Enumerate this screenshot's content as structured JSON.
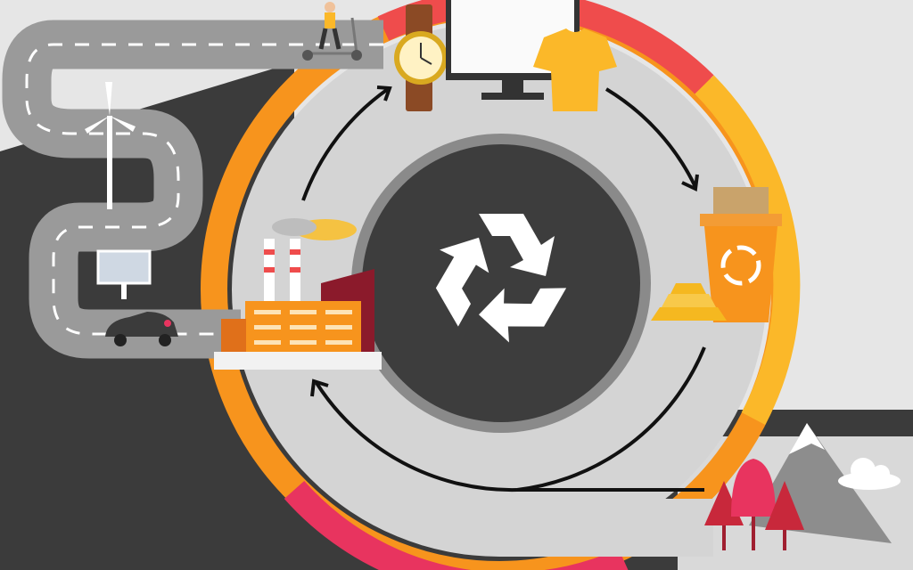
{
  "illustration": {
    "theme": "circular-economy",
    "stages": [
      "factory",
      "products",
      "recycling-bin",
      "nature"
    ],
    "icons": [
      "recycle-icon",
      "factory-icon",
      "watch-icon",
      "monitor-icon",
      "tshirt-icon",
      "recycling-bin-icon",
      "gold-bars-icon",
      "trees-icon",
      "mountain-icon",
      "cloud-icon",
      "wind-turbine-icon",
      "solar-panel-icon",
      "electric-car-icon",
      "scooter-rider-icon",
      "road-icon"
    ]
  },
  "colors": {
    "background_light": "#e6e6e6",
    "background_dark": "#3b3b3b",
    "ring_gray": "#d4d4d4",
    "center_dark": "#3d3d3d",
    "orange": "#f7941d",
    "red": "#ef4c4c",
    "yellow": "#fbb829",
    "pink": "#e8345f",
    "road": "#9a9a9a"
  }
}
